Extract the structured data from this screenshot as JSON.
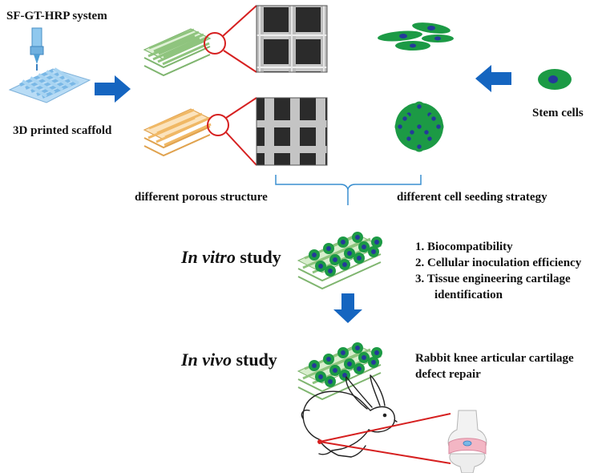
{
  "top": {
    "system_title": "SF-GT-HRP system",
    "scaffold_label": "3D printed scaffold",
    "stem_cells_label": "Stem cells",
    "porous_label": "different porous structure",
    "seeding_label": "different cell seeding strategy"
  },
  "invitro": {
    "title_italic": "In vitro",
    "title_rest": " study",
    "items": [
      "1. Biocompatibility",
      "2. Cellular inoculation efficiency",
      "3. Tissue engineering cartilage",
      "identification"
    ]
  },
  "invivo": {
    "title_italic": "In vivo",
    "title_rest": " study",
    "desc_line1": "Rabbit knee articular cartilage",
    "desc_line2": "defect repair"
  },
  "colors": {
    "arrow_blue": "#1565c0",
    "bracket_blue": "#3a8fd0",
    "scaffold_green": "#a9d49b",
    "scaffold_orange": "#f3c37d",
    "printer_blue": "#7ab8e6",
    "cell_green": "#1c9a45",
    "nucleus": "#243a9a",
    "zoom_red": "#d62020"
  },
  "icons": [
    "bioprinter-icon",
    "scaffold-icon",
    "sem-image",
    "cell-icon",
    "arrow-icon",
    "rabbit-icon",
    "knee-joint-icon"
  ]
}
